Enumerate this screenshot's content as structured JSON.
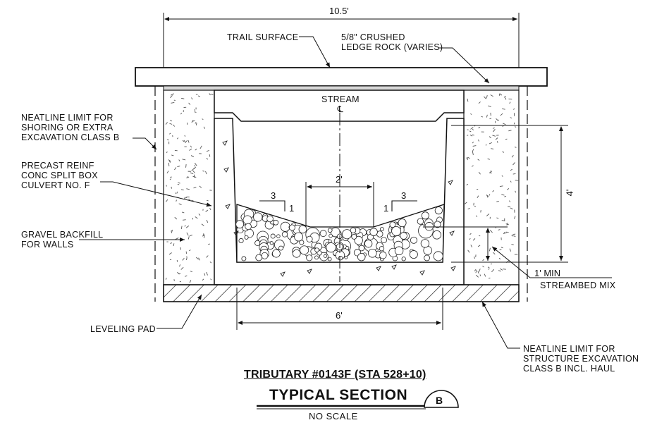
{
  "dimensions": {
    "overall_width": "10.5'",
    "channel_width": "2'",
    "box_width": "6'",
    "box_height": "4'",
    "streambed_depth": "1' MIN",
    "slope_left_h": "3",
    "slope_left_v": "1",
    "slope_right_h": "3",
    "slope_right_v": "1"
  },
  "labels": {
    "trail_surface": "TRAIL SURFACE",
    "crushed_rock": "5/8\" CRUSHED\nLEDGE ROCK (VARIES)",
    "stream_cl": "STREAM\n℄",
    "neatline_shoring": "NEATLINE LIMIT FOR\nSHORING OR EXTRA\nEXCAVATION CLASS B",
    "precast_culvert": "PRECAST REINF\nCONC SPLIT BOX\nCULVERT NO. F",
    "gravel_backfill": "GRAVEL BACKFILL\nFOR WALLS",
    "leveling_pad": "LEVELING PAD",
    "streambed_mix": "STREAMBED MIX",
    "neatline_structure": "NEATLINE LIMIT FOR\nSTRUCTURE EXCAVATION\nCLASS B INCL. HAUL"
  },
  "title": {
    "project": "TRIBUTARY #0143F (STA 528+10)",
    "section": "TYPICAL SECTION",
    "scale": "NO SCALE",
    "detail_id": "B"
  }
}
